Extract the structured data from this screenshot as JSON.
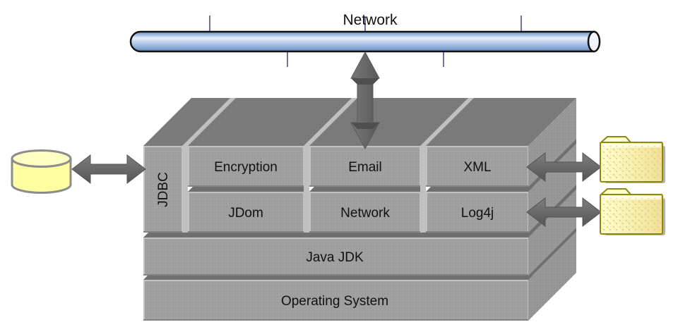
{
  "bus": {
    "label": "Network"
  },
  "stack": {
    "jdbc": {
      "label": "JDBC"
    },
    "modules": [
      {
        "label": "Encryption"
      },
      {
        "label": "Email"
      },
      {
        "label": "XML"
      },
      {
        "label": "JDom"
      },
      {
        "label": "Network"
      },
      {
        "label": "Log4j"
      }
    ],
    "layers": [
      {
        "label": "Java JDK"
      },
      {
        "label": "Operating System"
      }
    ]
  },
  "icons": {
    "database": "database-cylinder-icon",
    "folder_top": "folder-icon",
    "folder_bottom": "folder-icon",
    "network_pipe": "network-bus-pipe"
  },
  "colors": {
    "box_front": "#a2a2a2",
    "box_top": "#7c7c7c",
    "box_side": "#999999",
    "gap_light": "#c0c0c0",
    "gap_dark": "#6f6f6f",
    "arrow_gray": "#696969",
    "arrow_shadow": "#4f4f4f",
    "pipe_blue": "#6286ba",
    "pipe_highlight": "#e8eff9",
    "tick_blue": "#73739f",
    "db_yellow": "#ffffa2",
    "db_top_yellow": "#ffffc4",
    "folder_yellow": "#f6eaa4",
    "folder_outline": "#8a8a10",
    "text": "#111111"
  }
}
